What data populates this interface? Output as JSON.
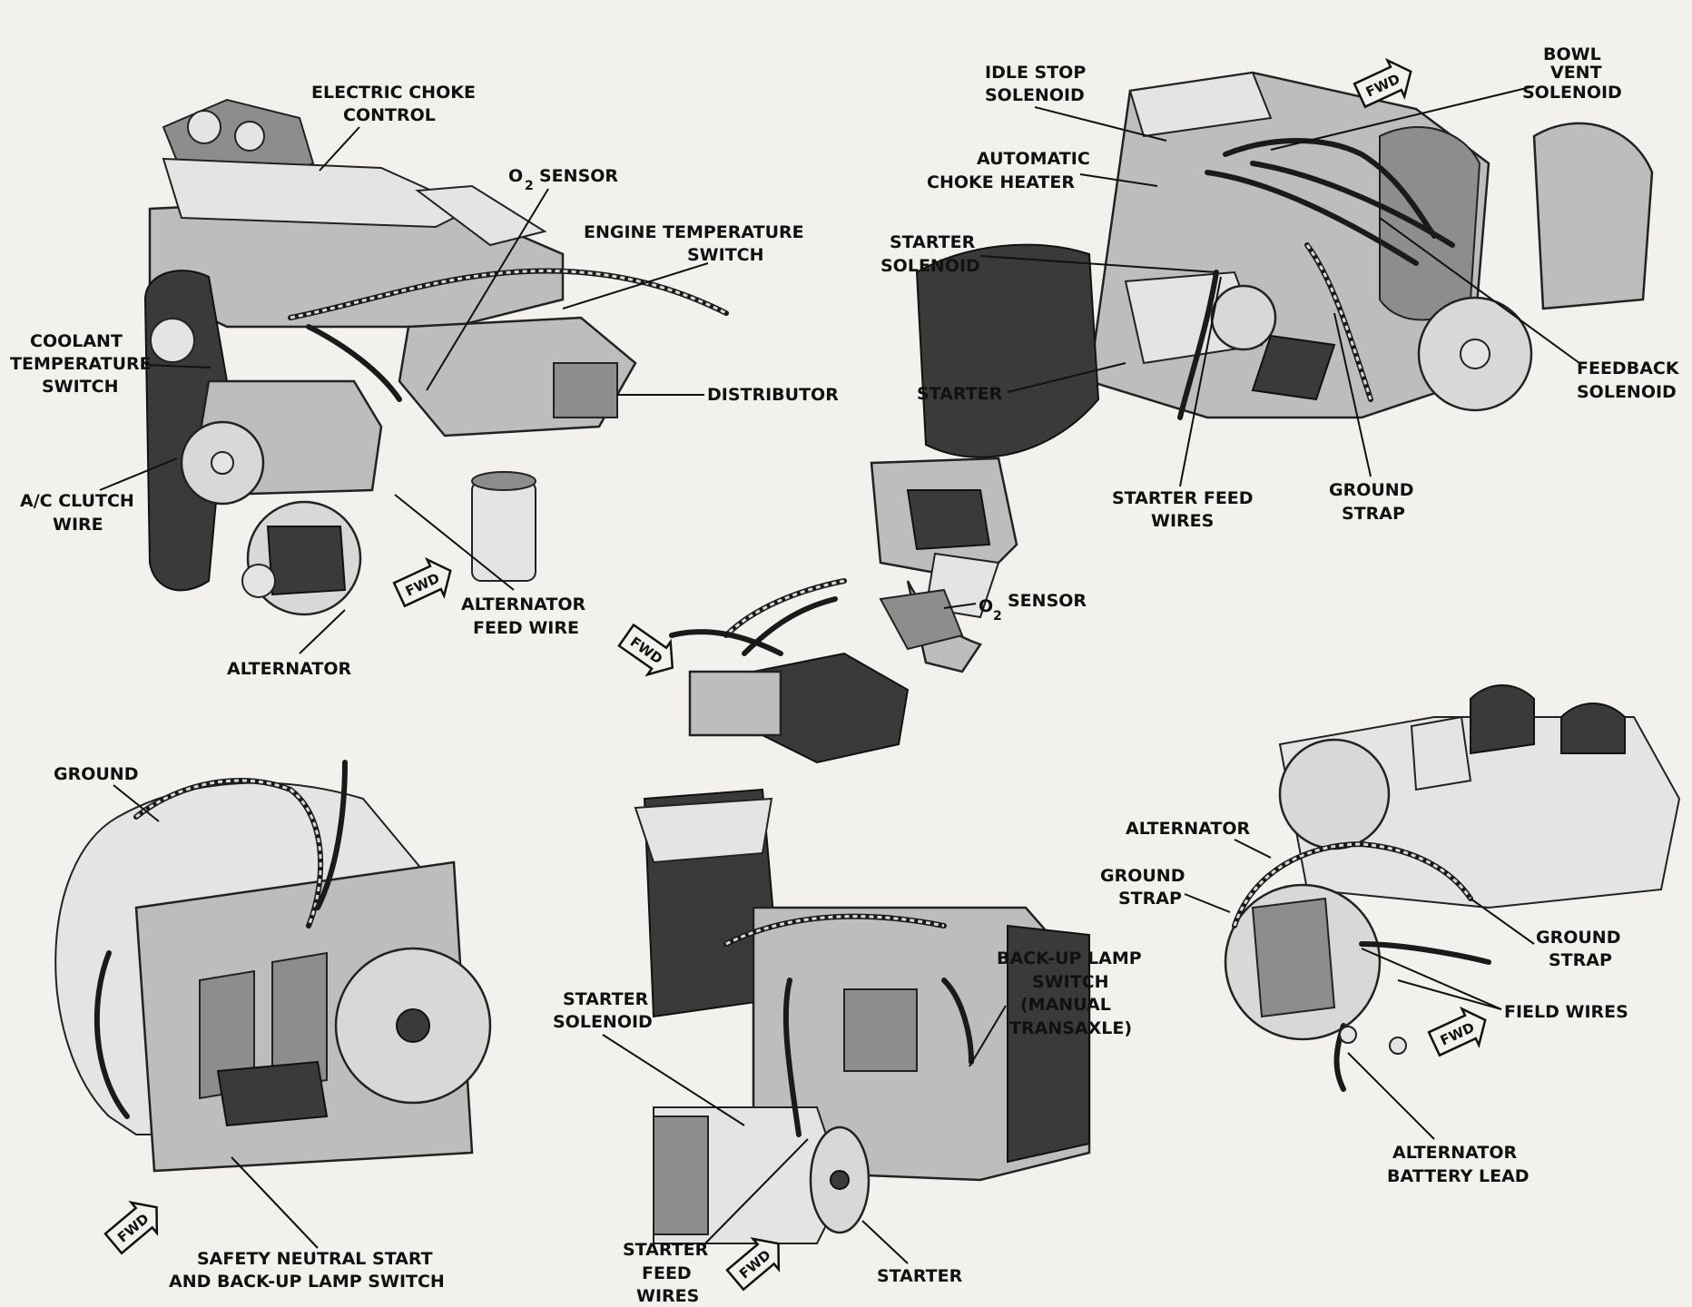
{
  "labels": {
    "electric_choke_control": [
      "ELECTRIC CHOKE",
      "CONTROL"
    ],
    "o2_sensor_top": "SENSOR",
    "engine_temperature_switch": [
      "ENGINE TEMPERATURE",
      "SWITCH"
    ],
    "coolant_temperature_switch": [
      "COOLANT",
      "TEMPERATURE",
      "SWITCH"
    ],
    "distributor": "DISTRIBUTOR",
    "ac_clutch_wire": [
      "A/C CLUTCH",
      "WIRE"
    ],
    "alternator_feed_wire": [
      "ALTERNATOR",
      "FEED WIRE"
    ],
    "alternator_1": "ALTERNATOR",
    "idle_stop_solenoid": [
      "IDLE STOP",
      "SOLENOID"
    ],
    "bowl_vent_solenoid": [
      "BOWL",
      "VENT",
      "SOLENOID"
    ],
    "automatic_choke_heater": [
      "AUTOMATIC",
      "CHOKE HEATER"
    ],
    "starter_solenoid_1": [
      "STARTER",
      "SOLENOID"
    ],
    "starter_1": "STARTER",
    "feedback_solenoid": [
      "FEEDBACK",
      "SOLENOID"
    ],
    "starter_feed_wires_1": [
      "STARTER FEED",
      "WIRES"
    ],
    "ground_strap_1": [
      "GROUND",
      "STRAP"
    ],
    "o2_sensor_mid": "SENSOR",
    "o2_prefix": "O",
    "o2_subscript": "2",
    "ground": "GROUND",
    "safety_neutral_start": [
      "SAFETY NEUTRAL START",
      "AND BACK-UP LAMP SWITCH"
    ],
    "starter_solenoid_2": [
      "STARTER",
      "SOLENOID"
    ],
    "back_up_lamp_switch": [
      "BACK-UP LAMP",
      "SWITCH",
      "(MANUAL",
      "TRANSAXLE)"
    ],
    "starter_feed_wires_2": [
      "STARTER",
      "FEED",
      "WIRES"
    ],
    "starter_2": "STARTER",
    "alternator_2": "ALTERNATOR",
    "ground_strap_2": [
      "GROUND",
      "STRAP"
    ],
    "ground_strap_3": [
      "GROUND",
      "STRAP"
    ],
    "field_wires": "FIELD WIRES",
    "alternator_battery_lead": [
      "ALTERNATOR",
      "BATTERY LEAD"
    ],
    "fwd": "FWD"
  },
  "colors": {
    "paper": "#f2f1ee",
    "ink": "#111111"
  }
}
